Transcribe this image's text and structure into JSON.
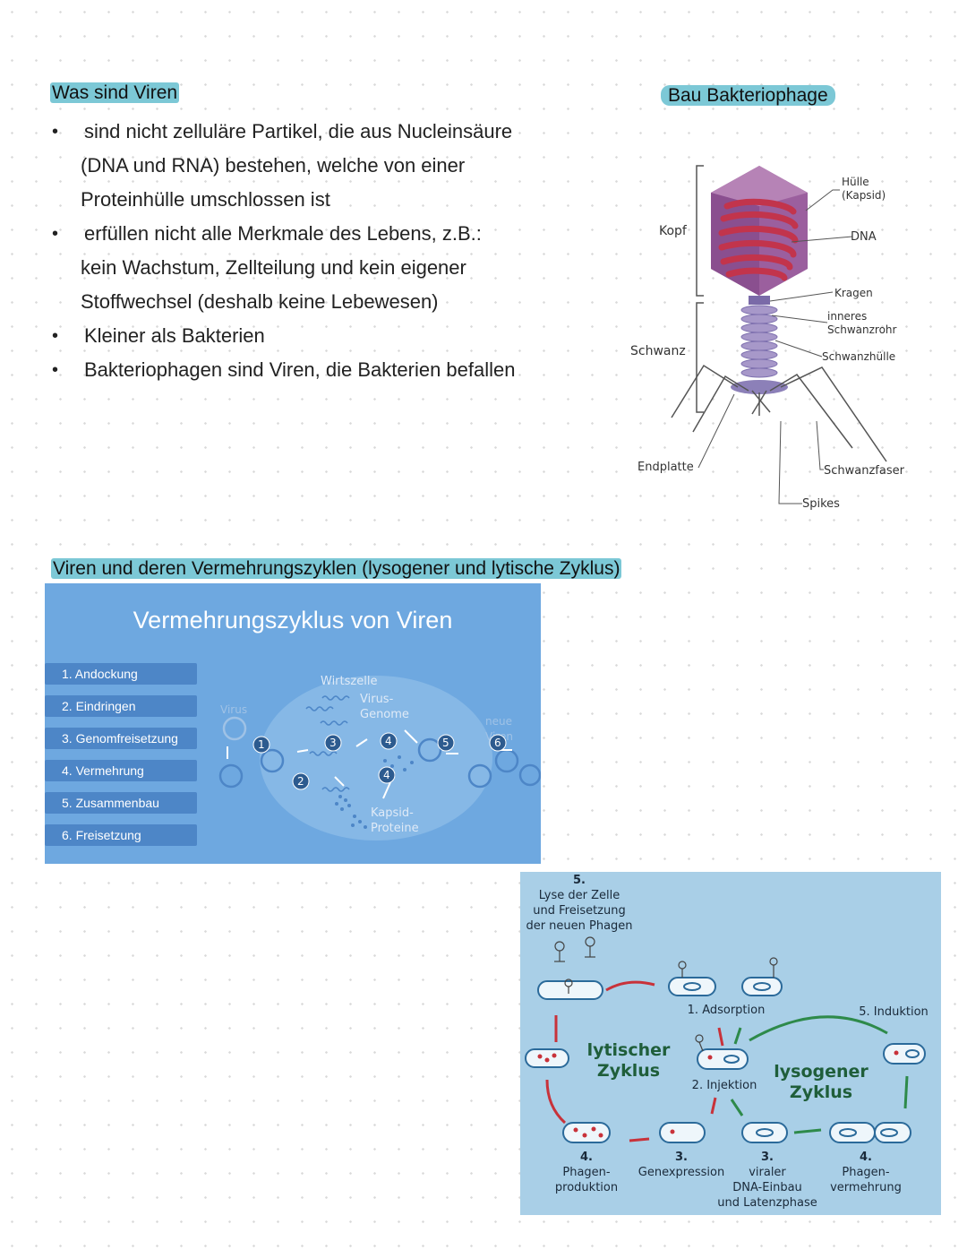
{
  "viren": {
    "heading": "Was sind Viren",
    "bullets": [
      {
        "lines": [
          "sind nicht zelluläre Partikel, die aus Nucleinsäure",
          "(DNA und RNA) bestehen, welche von einer",
          "Proteinhülle umschlossen ist"
        ]
      },
      {
        "lines": [
          "erfüllen nicht alle Merkmale des Lebens, z.B.:",
          "kein Wachstum, Zellteilung und kein eigener",
          "Stoffwechsel (deshalb keine Lebewesen)"
        ]
      },
      {
        "lines": [
          "Kleiner als Bakterien"
        ]
      },
      {
        "lines": [
          "Bakteriophagen sind Viren, die Bakterien befallen"
        ]
      }
    ]
  },
  "phage": {
    "heading": "Bau Bakteriophage",
    "labels": {
      "kopf": "Kopf",
      "schwanz": "Schwanz",
      "endplatte": "Endplatte",
      "huelle": "Hülle",
      "kapsid": "(Kapsid)",
      "dna": "DNA",
      "kragen": "Kragen",
      "inneres": "inneres",
      "schwanzrohr": "Schwanzrohr",
      "schwanzhuelle": "Schwanzhülle",
      "schwanzfaser": "Schwanzfaser",
      "spikes": "Spikes"
    },
    "colors": {
      "capsid": "#9b5f9e",
      "dna": "#c2344c",
      "tail": "#9a8ac0"
    }
  },
  "zyklen": {
    "heading": "Viren und deren Vermehrungszyklen (lysogener und lytische Zyklus)"
  },
  "panel1": {
    "title": "Vermehrungszyklus von Viren",
    "steps": [
      "1. Andockung",
      "2. Eindringen",
      "3. Genomfreisetzung",
      "4. Vermehrung",
      "5. Zusammenbau",
      "6. Freisetzung"
    ],
    "labels": {
      "wirtszelle": "Wirtszelle",
      "virus": "Virus",
      "virus_genome_1": "Virus-",
      "virus_genome_2": "Genome",
      "neue": "neue",
      "viren": "Viren",
      "kapsid_1": "Kapsid-",
      "kapsid_2": "Proteine",
      "n1": "1",
      "n2": "2",
      "n3": "3",
      "n4a": "4",
      "n4b": "4",
      "n5": "5",
      "n6": "6"
    },
    "colors": {
      "background": "#6ea8e0",
      "step": "#4d86c7"
    }
  },
  "panel2": {
    "lyse": {
      "num": "5.",
      "l1": "Lyse der Zelle",
      "l2": "und Freisetzung",
      "l3": "der neuen Phagen"
    },
    "adsorption": "1. Adsorption",
    "injektion": "2. Injektion",
    "induktion": "5. Induktion",
    "lytisch_1": "lytischer",
    "lytisch_2": "Zyklus",
    "lysogen_1": "lysogener",
    "lysogen_2": "Zyklus",
    "phagenproduktion": {
      "num": "4.",
      "l1": "Phagen-",
      "l2": "produktion"
    },
    "genexpression": {
      "num": "3.",
      "l1": "Genexpression"
    },
    "einbau": {
      "num": "3.",
      "l1": "viraler",
      "l2": "DNA-Einbau",
      "l3": "und Latenzphase"
    },
    "vermehrung": {
      "num": "4.",
      "l1": "Phagen-",
      "l2": "vermehrung"
    },
    "colors": {
      "background": "#a9cfe7",
      "arrow_red": "#c8323a",
      "arrow_green": "#2e8a4a",
      "label_green": "#1f5e3a"
    }
  }
}
